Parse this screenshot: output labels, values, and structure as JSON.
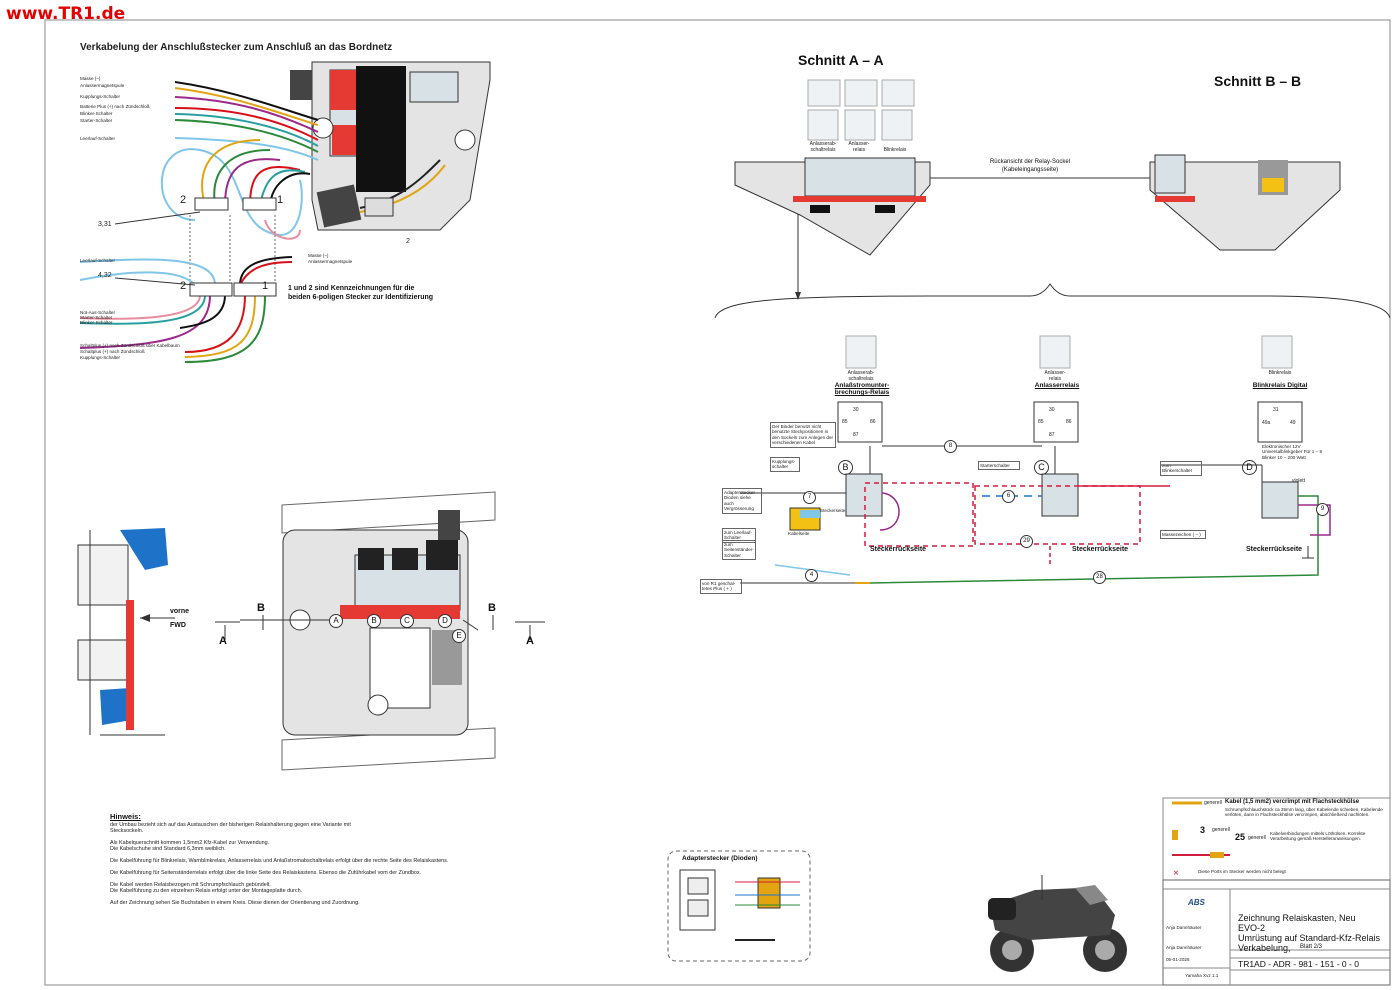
{
  "logo": "www.TR1.de",
  "sheet_title": "Verkabelung der Anschlußstecker zum Anschluß an das Bordnetz",
  "wire_labels_top": [
    "Masse (–)",
    "Anlassermagnetspule",
    "Kupplungs-Schalter",
    "Batterie Plus (+) nach Zündschloß",
    "Blinker-Schalter",
    "Starter-Schalter",
    "Leerlauf-Schalter"
  ],
  "wire_labels_bottom": [
    "Leerlauf-Schalter",
    "Not-Aus-Schalter",
    "Starter-Schalter",
    "Blinker-Schalter",
    "Schaltplus (+) nach Zündschloß über Kabelbaum",
    "Schaltplus (+) nach Zündschloß",
    "Kupplungs-Schalter"
  ],
  "connector_right_labels": [
    "Masse (–)",
    "Anlassermagnetspule"
  ],
  "refs": {
    "r331": "3,31",
    "r432": "4,32",
    "n2a": "2",
    "n1a": "1",
    "n2b": "2",
    "n1b": "1",
    "n2c": "2"
  },
  "connector_note": "1 und 2 sind Kennzeichnungen für die beiden 6-poligen Stecker zur Identifizierung",
  "schnitt_aa": "Schnitt A – A",
  "schnitt_bb": "Schnitt B – B",
  "relay_names_top": [
    "Anlasserab-\nschaltrelais",
    "Anlasser-\nrelais",
    "Blinkrelais"
  ],
  "rueckansicht": "Rückansicht der Relay-Sockel\n(Kabeleingangsseite)",
  "relays": [
    {
      "letter": "B",
      "caption": "Anlasserab-\nschaltrelais",
      "name": "Anlaßstromunter-\nbrechungs-Relais",
      "pins": [
        "30",
        "85",
        "86",
        "87"
      ],
      "side": "Steckerrückseite"
    },
    {
      "letter": "C",
      "caption": "Anlasser-\nrelais",
      "name": "Anlasserrelais",
      "pins": [
        "30",
        "85",
        "86",
        "87"
      ],
      "side": "Steckerrückseite"
    },
    {
      "letter": "D",
      "caption": "Blinkrelais",
      "name": "Blinkrelais Digital",
      "pins": [
        "31",
        "49a",
        "49"
      ],
      "side": "Steckerrückseite"
    }
  ],
  "wire_numbers": [
    "8",
    "6",
    "7",
    "4",
    "28",
    "29",
    "9"
  ],
  "blinker_note": "Elektronischer 12V Universalblinkgeber Für 1 – 8 Blinker 10 – 200 Watt",
  "schematic_labels": {
    "adapter": "Adapterstecker Dioden siehe auch Vergrösserung",
    "kupplung": "Kupplungs-schalter",
    "leerlauf": "zum Leerlauf-Schalter",
    "seitenst": "zum Seitenständer-Schalter",
    "plus_r1": "von R1 geschal-tetes Plus ( + )",
    "starter": "Starterschalter",
    "zum_blinker": "zum Blinkerschalter",
    "massezeichen": "Massezeichen ( – )",
    "violett": "violett",
    "stecker_sep": "Steckerseite",
    "kabelseite": "Kabelseite",
    "br_note": "Der Binder benutzt nicht benutzte Steckpositionen in den Sockeln zum Anlegen der verschiedenen Kabel"
  },
  "fwd": "vorne\nFWD",
  "section_letters": [
    "A",
    "B",
    "C",
    "D",
    "E"
  ],
  "cut_labels": {
    "a": "A",
    "b": "B"
  },
  "hinweis_title": "Hinweis:",
  "hinweis_lines": [
    "der Umbau bezieht sich auf das Austauschen der bisherigen Relaishalterung gegen eine Variante mit",
    "Stecksockeln.",
    "",
    "Als Kabelquerschnitt kommen 1,5mm2 Kfz-Kabel zur Verwendung.",
    "Die Kabelschuhe sind Standard 6,3mm weiblich.",
    "",
    "Die Kabelführung für Blinkrelais, Warnblinkrelais, Anlasserrelais und Anlaßstromabschaltrelais erfolgt über die rechte Seite des Relaiskastens.",
    "",
    "Die Kabelführung für Seitenständerrelais erfolgt über die linke Seite des Relaiskastens. Ebenso die Zuführkabel vom der Zündbox.",
    "",
    "Die Kabel werden Relaisbezogen mit Schrumpfschlauch gebündelt.",
    "Die Kabelführung zu den einzelnen Relais erfolgt unter der Montageplatte durch.",
    "",
    "Auf der Zeichnung sehen Sie Buchstaben in einem Kreis. Diese dienen der Orientierung und Zuordnung."
  ],
  "adapter_title": "Adapterstecker (Dioden)",
  "legend": {
    "kabel_title": "Kabel (1,5 mm2) vercrimpt mit Flachsteckhülse",
    "kabel_desc": "Schrumpfschlauchstück ca 35mm lang, über Kabelende schieben, Kabelende verlöten, dann in Flachsteckhülse vercrimpen, abschließend nachlöten.",
    "generell": "generell",
    "num3": "3",
    "num25": "25",
    "loet": "Kabelverbindungen mittels Löthülsen. Korrekte Verarbeitung gemäß Herstelleranweisungen.",
    "nicht_belegt": "Diese Ports im Stecker werden nicht belegt"
  },
  "titleblock": {
    "title1": "Zeichnung Relaiskasten, Neu",
    "title2": "EVO-2",
    "title3": "Umrüstung auf Standard-Kfz-Relais",
    "title4": "Verkabelung,",
    "blatt": "Blatt 2/3",
    "drawing_no": "TR1AD  - ADR - 981 - 151 - 0 - 0",
    "author": "Anja Dannhäuser",
    "author2": "Anja Dannhäuser",
    "date": "05-01-2026",
    "model": "Yamaha Xvz 1.1",
    "abs": "ABS"
  },
  "colors": {
    "red": "#e30000",
    "cable_red": "#d8101a",
    "blue": "#1e73c8",
    "dashed": "#d21c3c",
    "green": "#2c8a3a",
    "magenta": "#b0208c",
    "lightblue": "#7fc6e8"
  }
}
